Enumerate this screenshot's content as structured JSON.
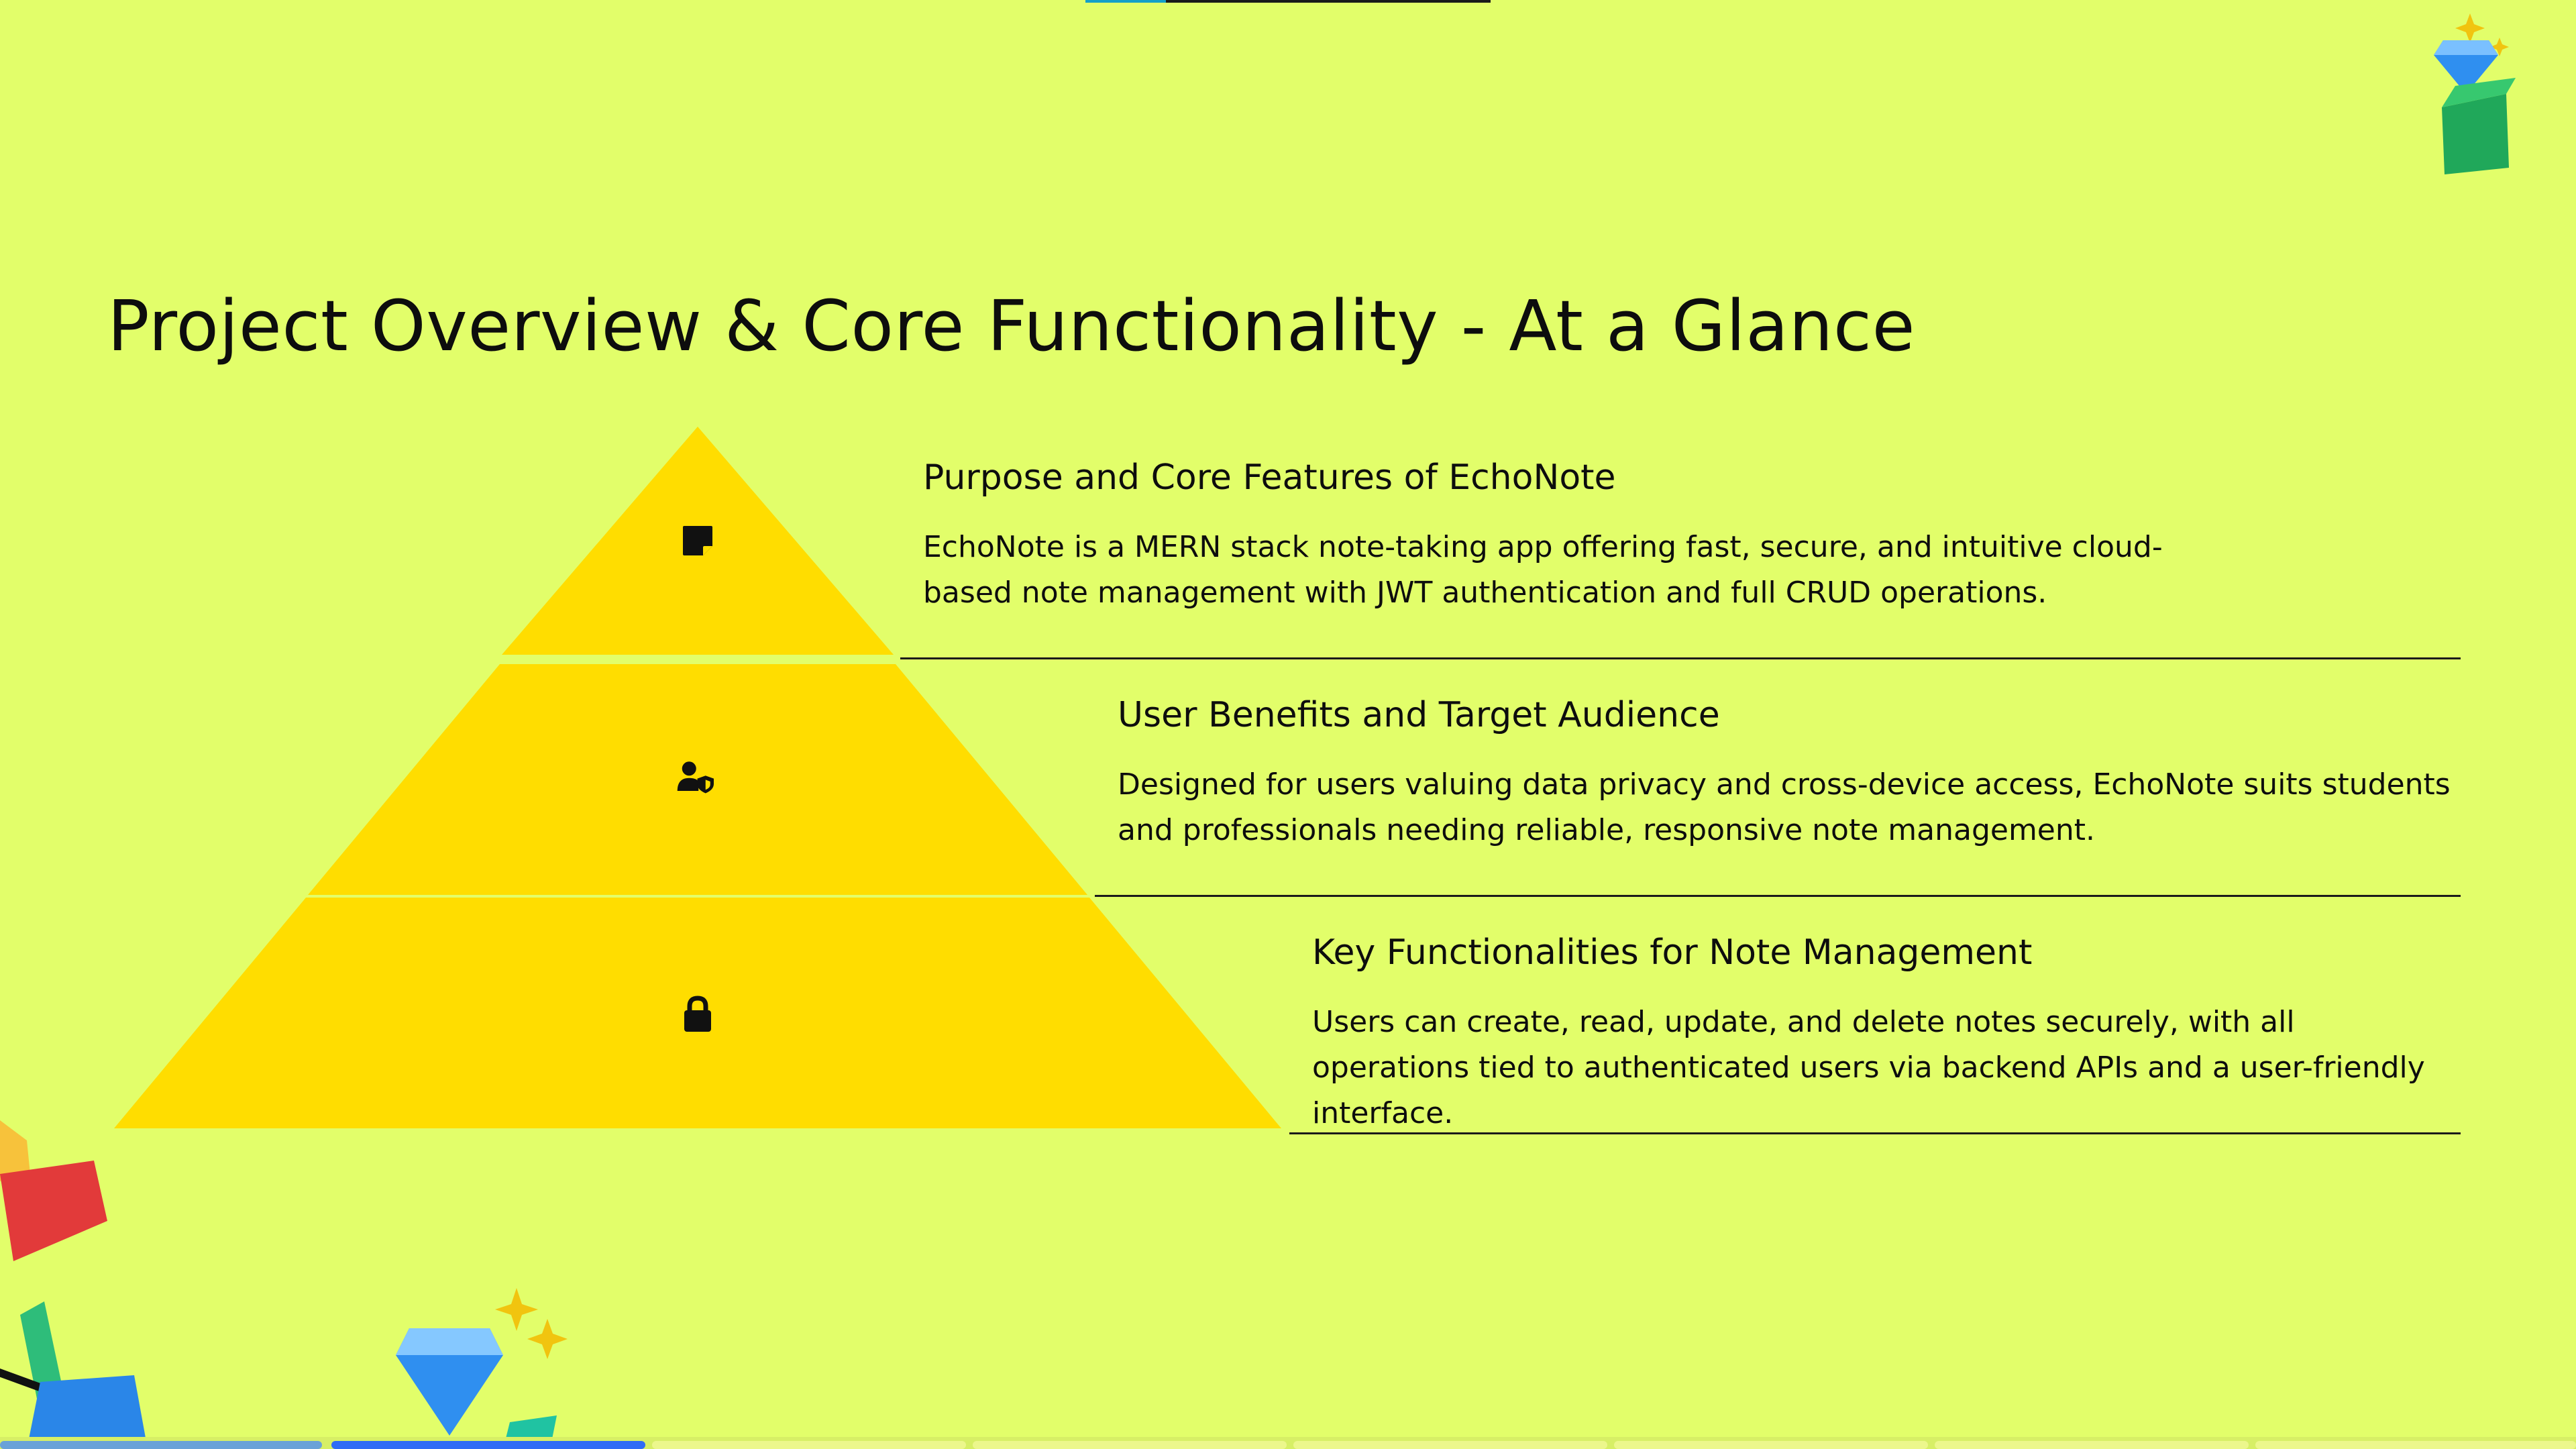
{
  "slide": {
    "title": "Project Overview & Core Functionality - At a Glance"
  },
  "pyramid": {
    "color": "#ffdd00",
    "tiers": [
      {
        "icon": "sticky-note-icon"
      },
      {
        "icon": "user-shield-icon"
      },
      {
        "icon": "lock-icon"
      }
    ]
  },
  "items": [
    {
      "heading": "Purpose and Core Features of EchoNote",
      "text": "EchoNote is a MERN stack note-taking app offering fast, secure, and intuitive cloud-based note management with JWT authentication and full CRUD operations."
    },
    {
      "heading": "User Benefits and Target Audience",
      "text": "Designed for users valuing data privacy and cross-device access, EchoNote suits students and professionals needing reliable, responsive note management."
    },
    {
      "heading": "Key Functionalities for Note Management",
      "text": "Users can create, read, update, and delete notes securely, with all operations tied to authenticated users via backend APIs and a user-friendly interface."
    }
  ],
  "progress": {
    "total_slides": 8,
    "current_slide": 2,
    "active_color": "#2f6cf6",
    "done_color": "#6aa2d8"
  },
  "theme": {
    "background": "#e2fe6a",
    "text": "#0d0d0d"
  }
}
